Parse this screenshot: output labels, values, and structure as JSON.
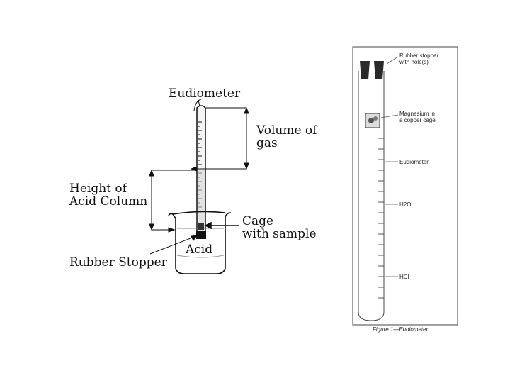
{
  "left_diagram": {
    "eudiometer": "Eudiometer",
    "volume_line1": "Volume of",
    "volume_line2": "gas",
    "height_line1": "Height of",
    "height_line2": "Acid Column",
    "cage_line1": "Cage",
    "cage_line2": "with sample",
    "acid": "Acid",
    "rubber_stopper": "Rubber Stopper"
  },
  "right_figure": {
    "stopper_line1": "Rubber stopper",
    "stopper_line2": "with hole(s)",
    "magnesium_line1": "Magnesium in",
    "magnesium_line2": "a copper cage",
    "eudiometer": "Eudiometer",
    "water": "H2O",
    "acid": "HCl",
    "caption": "Figure 1—Eudiometer"
  }
}
